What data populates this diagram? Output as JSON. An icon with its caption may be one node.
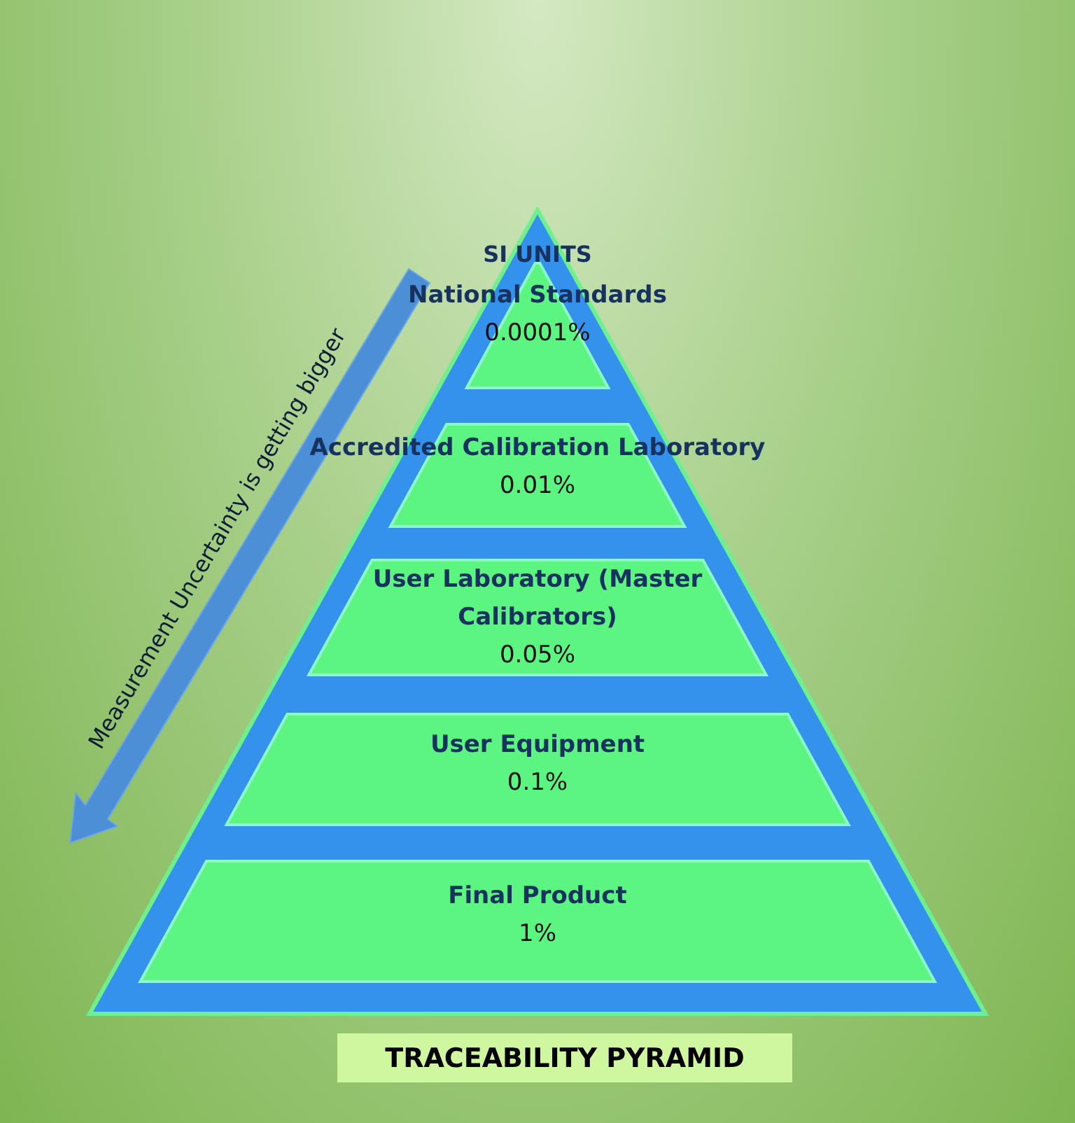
{
  "diagram": {
    "title": "TRACEABILITY PYRAMID",
    "nodes": [
      {
        "text": [],
        "shape": "triangle"
      },
      {
        "text": [
          "National Standards",
          "0.0001%"
        ],
        "in": 0
      },
      {
        "text": [
          "Accredited Calibration Laboratory",
          "0.01%"
        ],
        "in": 0
      },
      {
        "text": [
          "User Laboratory (Master Calibrators)",
          "0.05%"
        ],
        "in": 0
      },
      {
        "text": [
          "User Equipment",
          "0.1%"
        ],
        "in": 0
      },
      {
        "text": [
          "Final Product",
          "1%"
        ],
        "in": 0
      }
    ],
    "labels": [
      "SI UNITS",
      "Measurement Uncertainty is getting bigger"
    ]
  }
}
